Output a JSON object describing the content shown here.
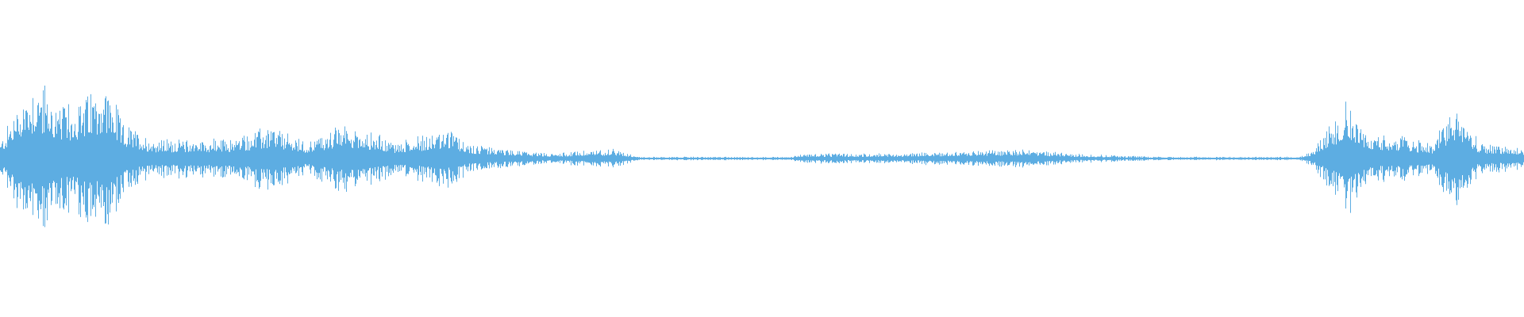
{
  "waveform": {
    "color": "#5dade2",
    "background": "#ffffff",
    "baseline_fraction": 0.5,
    "amplitude_envelope": [
      {
        "t": 0.0,
        "a": 0.1
      },
      {
        "t": 0.013,
        "a": 0.38
      },
      {
        "t": 0.024,
        "a": 0.5
      },
      {
        "t": 0.04,
        "a": 0.3
      },
      {
        "t": 0.05,
        "a": 0.35
      },
      {
        "t": 0.069,
        "a": 0.48
      },
      {
        "t": 0.08,
        "a": 0.22
      },
      {
        "t": 0.1,
        "a": 0.12
      },
      {
        "t": 0.15,
        "a": 0.12
      },
      {
        "t": 0.178,
        "a": 0.2
      },
      {
        "t": 0.2,
        "a": 0.1
      },
      {
        "t": 0.226,
        "a": 0.22
      },
      {
        "t": 0.26,
        "a": 0.1
      },
      {
        "t": 0.293,
        "a": 0.18
      },
      {
        "t": 0.31,
        "a": 0.08
      },
      {
        "t": 0.33,
        "a": 0.06
      },
      {
        "t": 0.36,
        "a": 0.03
      },
      {
        "t": 0.403,
        "a": 0.06
      },
      {
        "t": 0.42,
        "a": 0.01
      },
      {
        "t": 0.52,
        "a": 0.01
      },
      {
        "t": 0.523,
        "a": 0.03
      },
      {
        "t": 0.573,
        "a": 0.03
      },
      {
        "t": 0.592,
        "a": 0.03
      },
      {
        "t": 0.607,
        "a": 0.04
      },
      {
        "t": 0.627,
        "a": 0.04
      },
      {
        "t": 0.673,
        "a": 0.06
      },
      {
        "t": 0.7,
        "a": 0.03
      },
      {
        "t": 0.76,
        "a": 0.01
      },
      {
        "t": 0.85,
        "a": 0.01
      },
      {
        "t": 0.86,
        "a": 0.04
      },
      {
        "t": 0.884,
        "a": 0.36
      },
      {
        "t": 0.9,
        "a": 0.12
      },
      {
        "t": 0.91,
        "a": 0.15
      },
      {
        "t": 0.94,
        "a": 0.1
      },
      {
        "t": 0.956,
        "a": 0.34
      },
      {
        "t": 0.97,
        "a": 0.1
      },
      {
        "t": 1.0,
        "a": 0.06
      }
    ]
  }
}
